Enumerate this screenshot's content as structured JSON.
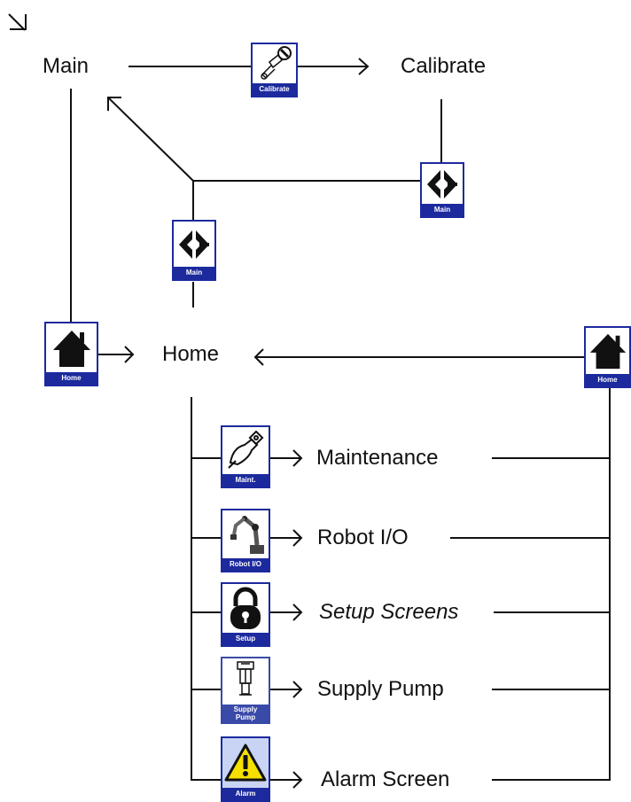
{
  "labels": {
    "main": "Main",
    "calibrate": "Calibrate",
    "home": "Home",
    "maintenance": "Maintenance",
    "robot_io": "Robot I/O",
    "setup_screens": "Setup Screens",
    "supply_pump": "Supply Pump",
    "alarm_screen": "Alarm Screen"
  },
  "buttons": {
    "calibrate": "Calibrate",
    "main_right": "Main",
    "main_center": "Main",
    "home_left": "Home",
    "home_right": "Home",
    "maint": "Maint.",
    "robot_io": "Robot I/O",
    "setup": "Setup",
    "supply_pump_line1": "Supply",
    "supply_pump_line2": "Pump",
    "alarm": "Alarm"
  },
  "colors": {
    "button_blue": "#1c2a9e",
    "line": "#111111",
    "alarm_yellow": "#f5e000"
  },
  "icons": {
    "corner": "corner-arrow-icon",
    "calibrate": "spray-gun-icon",
    "main": "graco-logo-icon",
    "home": "house-icon",
    "maint": "hand-wrench-icon",
    "robot_io": "robot-arm-icon",
    "setup": "padlock-icon",
    "supply_pump": "pump-icon",
    "alarm": "warning-triangle-icon"
  }
}
